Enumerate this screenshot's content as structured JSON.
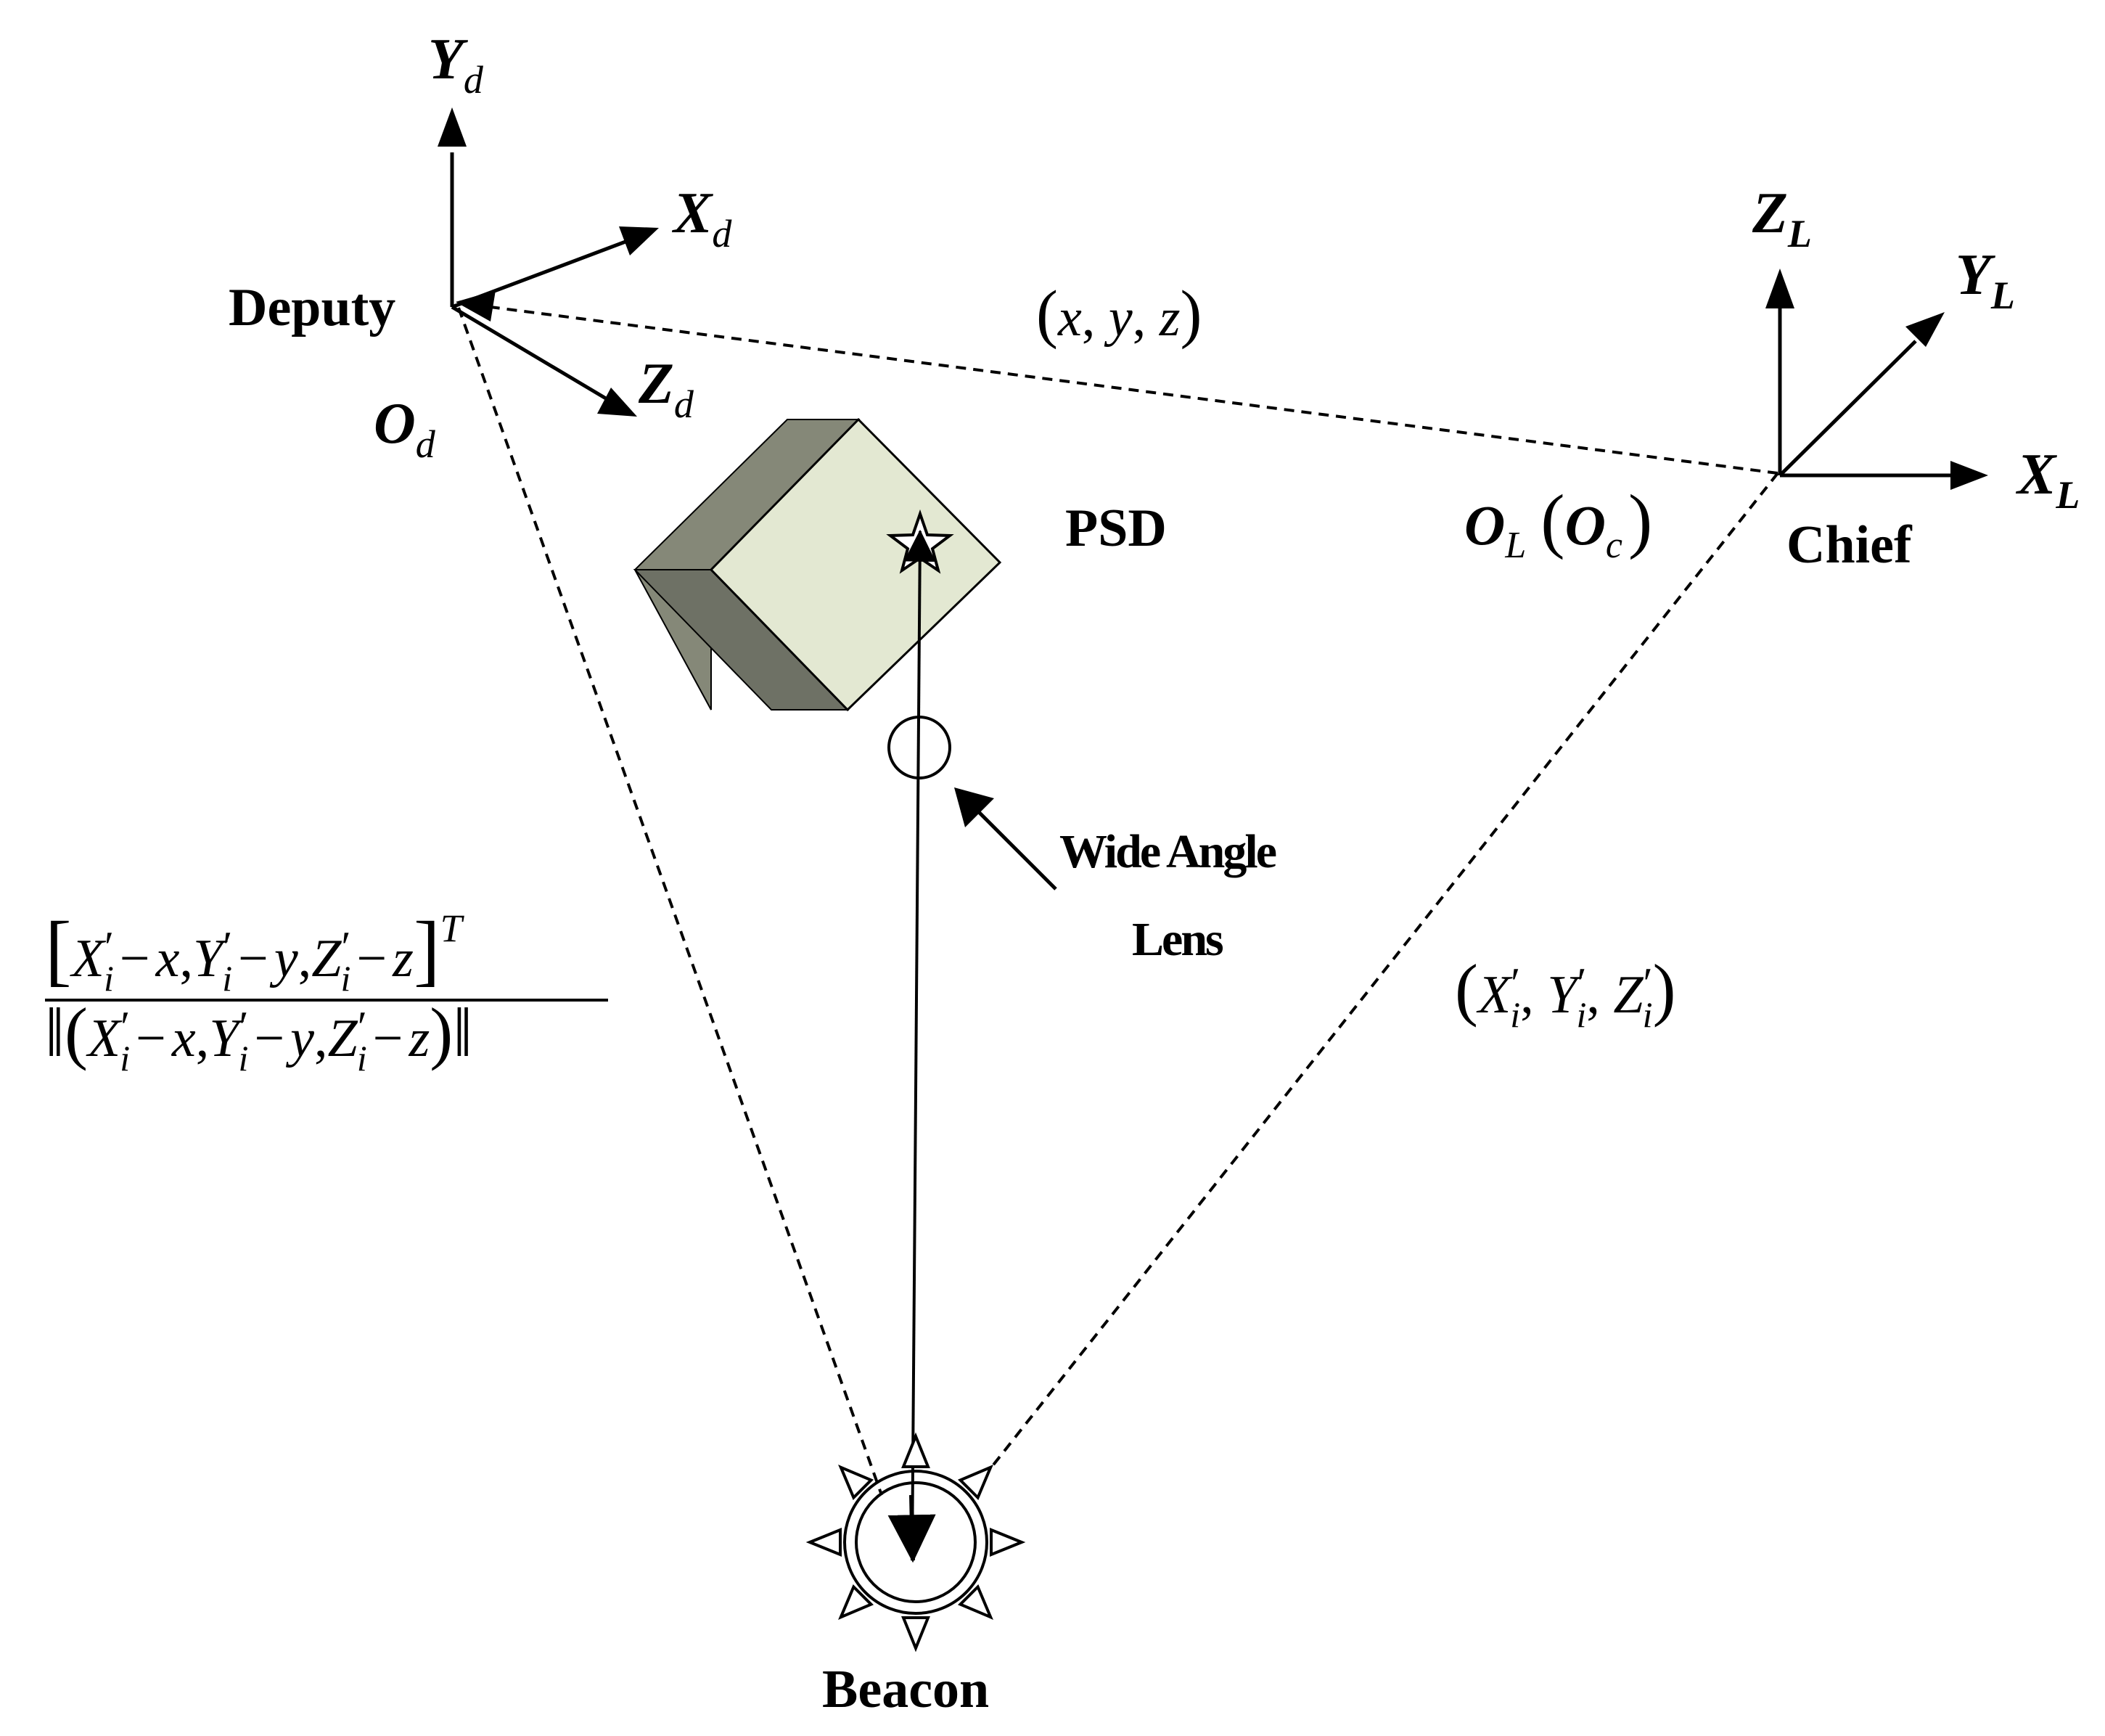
{
  "labels": {
    "deputy": "Deputy",
    "chief": "Chief",
    "psd": "PSD",
    "lens_line1": "Wide Angle",
    "lens_line2": "Lens",
    "beacon": "Beacon"
  },
  "deputy_axes": {
    "y": {
      "letter": "Y",
      "sub": "d"
    },
    "x": {
      "letter": "X",
      "sub": "d"
    },
    "z": {
      "letter": "Z",
      "sub": "d"
    },
    "origin": {
      "letter": "O",
      "sub": "d"
    }
  },
  "chief_axes": {
    "z": {
      "letter": "Z",
      "sub": "L"
    },
    "y": {
      "letter": "Y",
      "sub": "L"
    },
    "x": {
      "letter": "X",
      "sub": "L"
    },
    "origin": {
      "letter": "O",
      "sub": "L",
      "paren_letter": "O",
      "paren_sub": "c"
    }
  },
  "relative_position": {
    "x": "x",
    "y": "y",
    "z": "z"
  },
  "beacon_position": {
    "x": "X",
    "y": "Y",
    "z": "Z",
    "sub": "i",
    "prime": "′"
  },
  "unit_vector": {
    "numerator": [
      "X",
      "′",
      "i",
      "−",
      "x",
      ",",
      "Y",
      "′",
      "i",
      "−",
      "y",
      ",",
      "Z",
      "′",
      "i",
      "−",
      "z"
    ],
    "transpose": "T"
  },
  "colors": {
    "psd_front": "#e3e8d2",
    "psd_side": "#858878",
    "line": "#000000"
  },
  "icons": [
    "psd-star-icon",
    "lens-circle-icon",
    "beacon-icon"
  ]
}
